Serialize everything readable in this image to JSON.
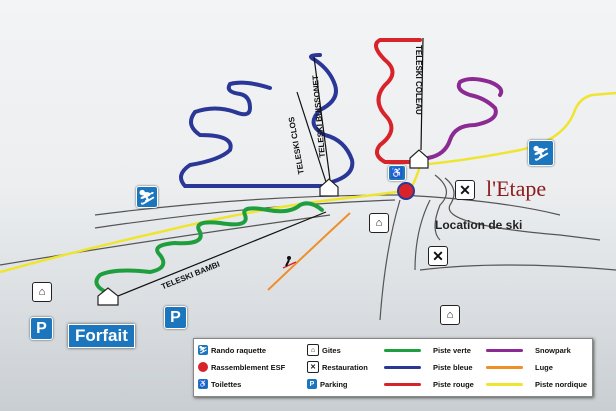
{
  "colors": {
    "piste_verte": "#1f9e3e",
    "piste_bleue": "#2a3796",
    "piste_rouge": "#d8232a",
    "snowpark": "#8c2a93",
    "luge": "#ee8f2a",
    "piste_nordique": "#efe531",
    "icon_blue": "#1b76bd",
    "etape_red": "#8d1b1b"
  },
  "lifts": {
    "bambi": "TELESKI BAMBI",
    "clos": "TELESKI CLOS",
    "buissonet": "TELESKI BUISSONET",
    "coleau": "TELESKI COLEAU"
  },
  "labels": {
    "forfait": "Forfait",
    "etape": "l'Etape",
    "location": "Location de ski"
  },
  "icons": {
    "parking": "P"
  },
  "legend": {
    "rando": "Rando raquette",
    "esf": "Rassemblement ESF",
    "toilettes": "Toilettes",
    "gites": "Gites",
    "restauration": "Restauration",
    "parking": "Parking",
    "verte": "Piste verte",
    "bleue": "Piste bleue",
    "rouge": "Piste rouge",
    "snowpark": "Snowpark",
    "luge": "Luge",
    "nordique": "Piste nordique"
  }
}
